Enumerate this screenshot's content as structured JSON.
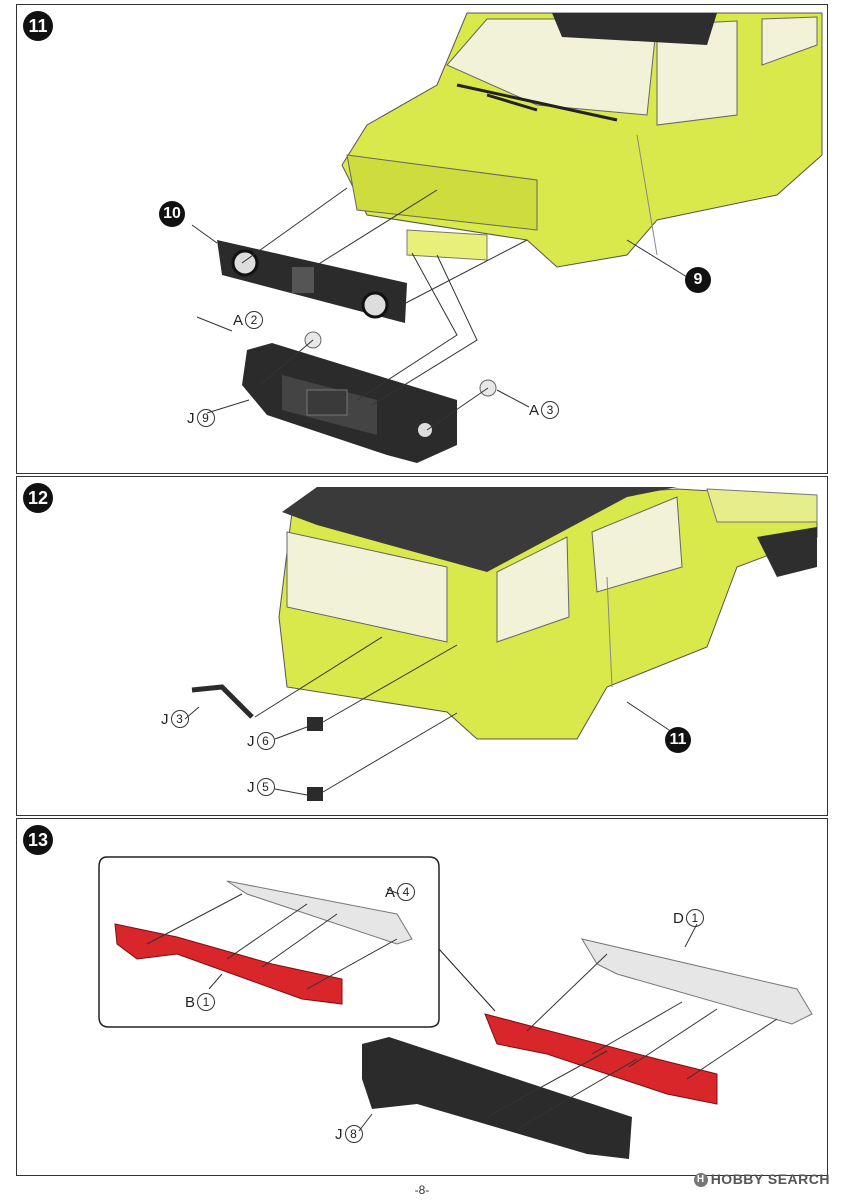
{
  "page_number": "-8-",
  "watermark": "HOBBY SEARCH",
  "steps": [
    {
      "step": "11",
      "ref_labels": [
        {
          "text": "10"
        },
        {
          "text": "9"
        }
      ],
      "parts": [
        {
          "letter": "A",
          "num": "2"
        },
        {
          "letter": "J",
          "num": "9"
        },
        {
          "letter": "A",
          "num": "3"
        }
      ]
    },
    {
      "step": "12",
      "ref_labels": [
        {
          "text": "11"
        }
      ],
      "parts": [
        {
          "letter": "J",
          "num": "3"
        },
        {
          "letter": "J",
          "num": "6"
        },
        {
          "letter": "J",
          "num": "5"
        }
      ]
    },
    {
      "step": "13",
      "parts": [
        {
          "letter": "A",
          "num": "4"
        },
        {
          "letter": "B",
          "num": "1"
        },
        {
          "letter": "D",
          "num": "1"
        },
        {
          "letter": "J",
          "num": "8"
        }
      ]
    }
  ],
  "colors": {
    "body": "#d9e84a",
    "roof": "#3a3a3a",
    "red_part": "#d8262b",
    "silver": "#e6e6e6",
    "black_part": "#2b2b2b"
  }
}
